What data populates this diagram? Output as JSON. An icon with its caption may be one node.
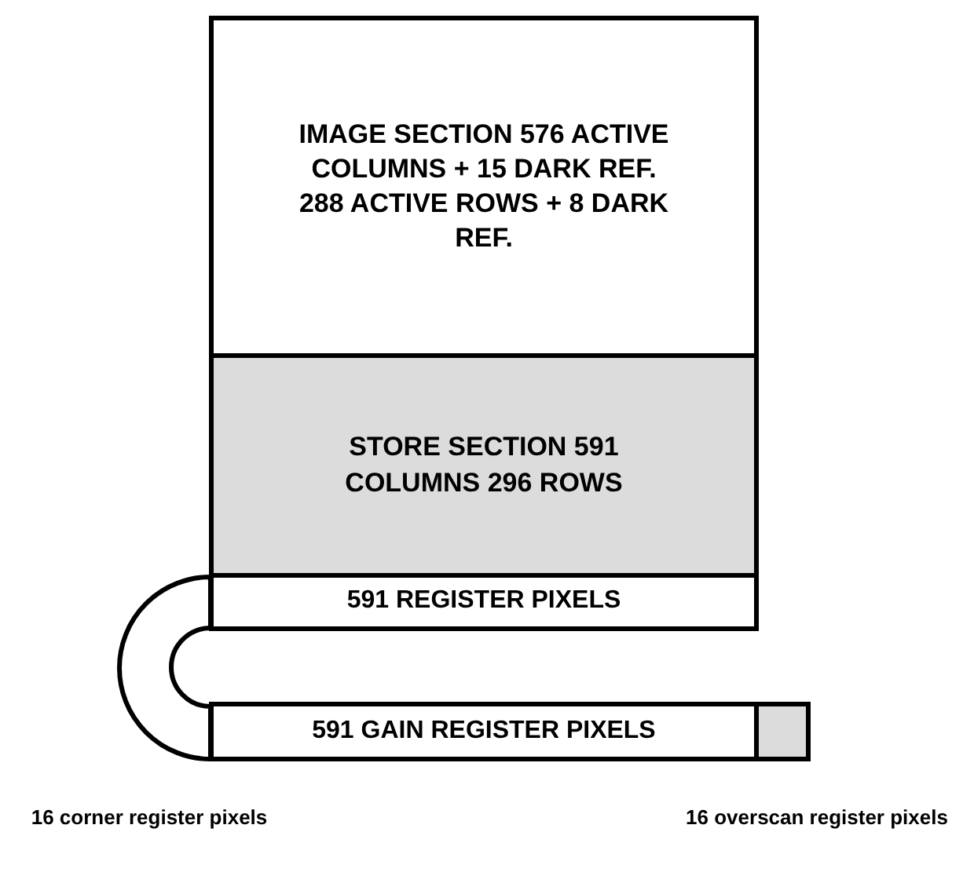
{
  "diagram": {
    "nodes": [
      {
        "text": [
          "IMAGE SECTION 576 ACTIVE COLUMNS + 15 DARK REF. 288 ACTIVE ROWS + 8 DARK REF."
        ]
      },
      {
        "text": [
          "STORE SECTION 591 COLUMNS 296 ROWS"
        ]
      },
      {
        "text": [
          "591 REGISTER PIXELS"
        ]
      },
      {
        "text": [],
        "shape": "bar"
      },
      {
        "text": [
          "591 GAIN REGISTER PIXELS"
        ]
      },
      {
        "text": [],
        "shape": "box"
      }
    ],
    "labels": [
      "16 corner register pixels",
      "16 overscan register pixels"
    ]
  }
}
